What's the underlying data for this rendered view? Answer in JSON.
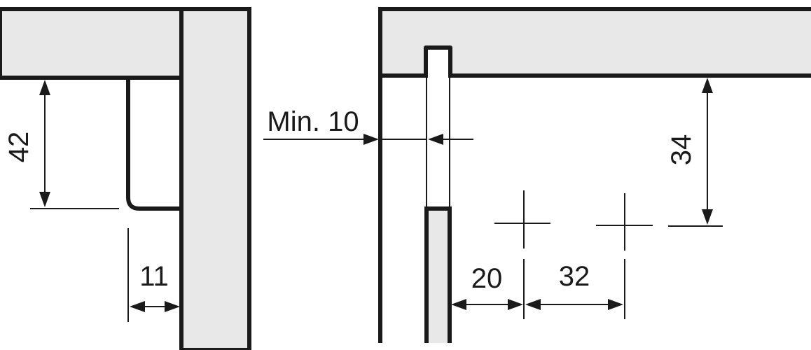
{
  "dimensions": {
    "left_vertical": "42",
    "left_horizontal": "11",
    "right_min_label": "Min. 10",
    "right_vertical": "34",
    "right_horizontal_1": "20",
    "right_horizontal_2": "32"
  },
  "colors": {
    "panel_fill": "#e8e8e8",
    "line": "#1a1a1a",
    "background": "#ffffff"
  }
}
